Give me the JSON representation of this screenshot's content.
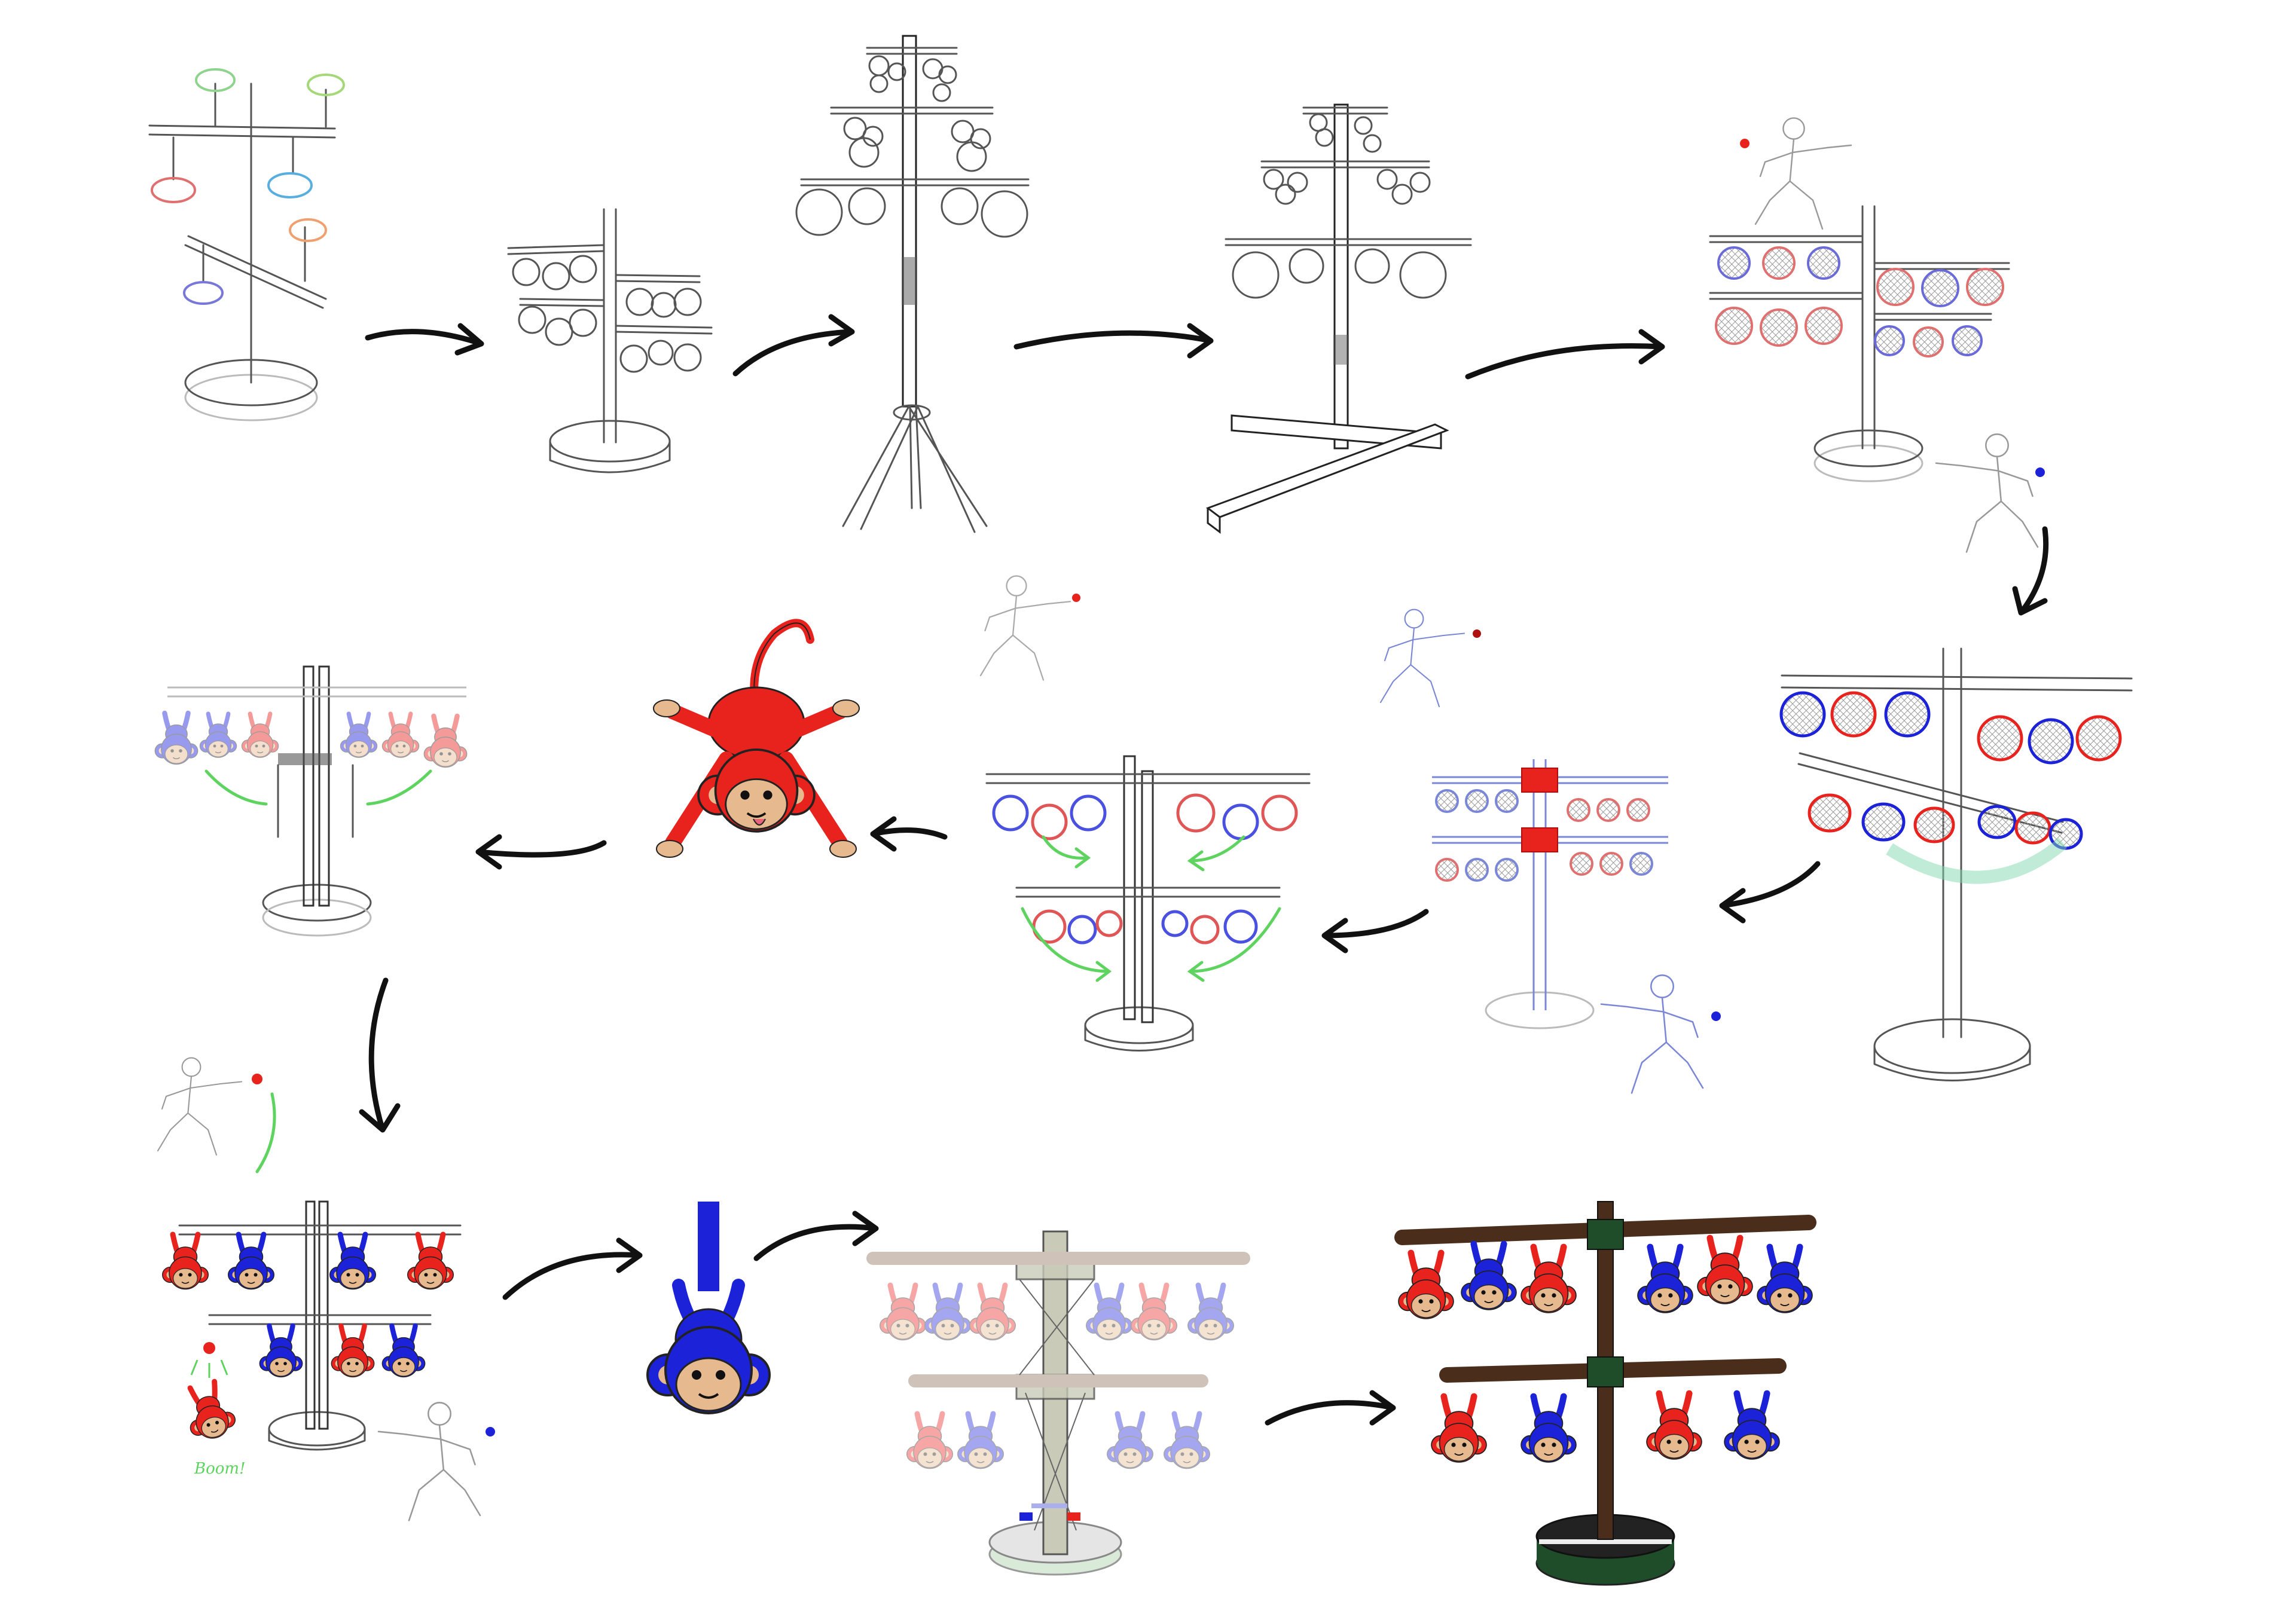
{
  "colors": {
    "red": "#e8231e",
    "blue": "#1c22d8",
    "light_red": "#f2a6a3",
    "light_blue": "#aab0ee",
    "face": "#e6b98f",
    "green": "#5fd35f",
    "wood_dark": "#4a2e1b",
    "felt_green": "#1f4d2a"
  },
  "steps": [
    {
      "name": "step-1-tilted-branch-stand",
      "icon": "stand-sketch-icon"
    },
    {
      "name": "step-2-multi-branch-rings",
      "icon": "stand-sketch-icon"
    },
    {
      "name": "step-3-tripod-tree",
      "icon": "tripod-icon"
    },
    {
      "name": "step-4-cross-base-tree",
      "icon": "cross-base-icon"
    },
    {
      "name": "step-5-two-player-rings",
      "icon": "stick-figure-icon"
    },
    {
      "name": "step-6-tilted-ring-stand",
      "icon": "ring-stand-icon"
    },
    {
      "name": "step-7-sliding-connectors",
      "icon": "connector-icon"
    },
    {
      "name": "step-8-swinging-rings",
      "icon": "ring-stand-icon"
    },
    {
      "name": "step-9-monkey-mascot",
      "icon": "monkey-icon"
    },
    {
      "name": "step-10-hanging-monkeys",
      "icon": "monkey-icon"
    },
    {
      "name": "step-11-monkey-targets",
      "icon": "monkey-icon"
    },
    {
      "name": "step-12-single-monkey",
      "icon": "monkey-icon"
    },
    {
      "name": "step-13-translucent-prototype",
      "icon": "prototype-icon"
    },
    {
      "name": "step-14-final-product",
      "icon": "final-product-icon"
    }
  ],
  "annotations": {
    "bang": "Boom!"
  }
}
